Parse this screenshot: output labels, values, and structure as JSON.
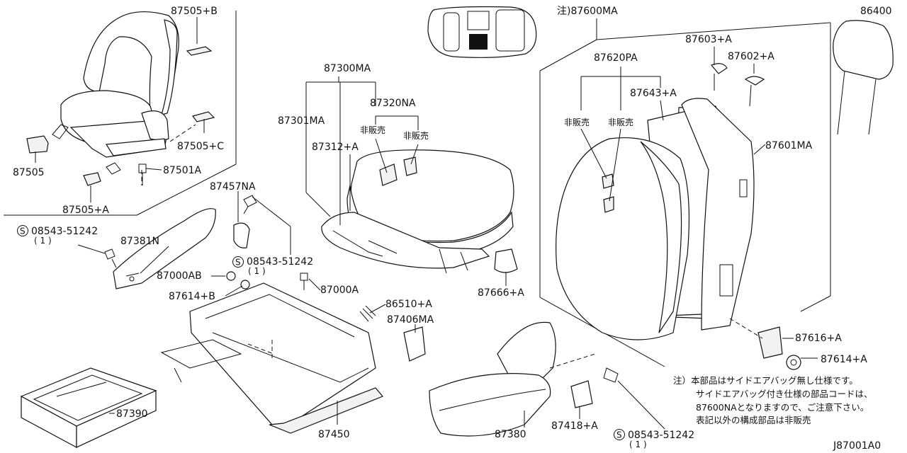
{
  "diagram": {
    "code": "J87001A0",
    "labels": {
      "p87505B": "87505+B",
      "p87505C": "87505+C",
      "p87505": "87505",
      "p87501A": "87501A",
      "p87505A": "87505+A",
      "p87457NA": "87457NA",
      "p08543_a": "08543-51242",
      "p08543_a_qty": "( 1 )",
      "p87381N": "87381N",
      "p08543_b": "08543-51242",
      "p08543_b_qty": "( 1 )",
      "p87000AB": "87000AB",
      "p87000A": "87000A",
      "p87614B": "87614+B",
      "p86510A": "86510+A",
      "p87406MA": "87406MA",
      "p87390": "87390",
      "p87450": "87450",
      "p87300MA": "87300MA",
      "p87320NA": "87320NA",
      "p87301MA": "87301MA",
      "p87312A": "87312+A",
      "nonsale1": "非販売",
      "nonsale2": "非販売",
      "nonsale3": "非販売",
      "nonsale4": "非販売",
      "p87666A": "87666+A",
      "p87380": "87380",
      "p87418A": "87418+A",
      "p08543_c": "08543-51242",
      "p08543_c_qty": "( 1 )",
      "p87600MA": "注)87600MA",
      "p87620PA": "87620PA",
      "p87603A": "87603+A",
      "p87602A": "87602+A",
      "p87643A": "87643+A",
      "p87601MA": "87601MA",
      "p86400": "86400",
      "p87616A": "87616+A",
      "p87614A": "87614+A"
    },
    "note_lines": [
      "注）本部品はサイドエアバッグ無し仕様です。",
      "サイドエアバッグ付き仕様の部品コードは、",
      "87600NAとなりますので、ご注意下さい。",
      "表記以外の構成部品は非販売"
    ]
  }
}
